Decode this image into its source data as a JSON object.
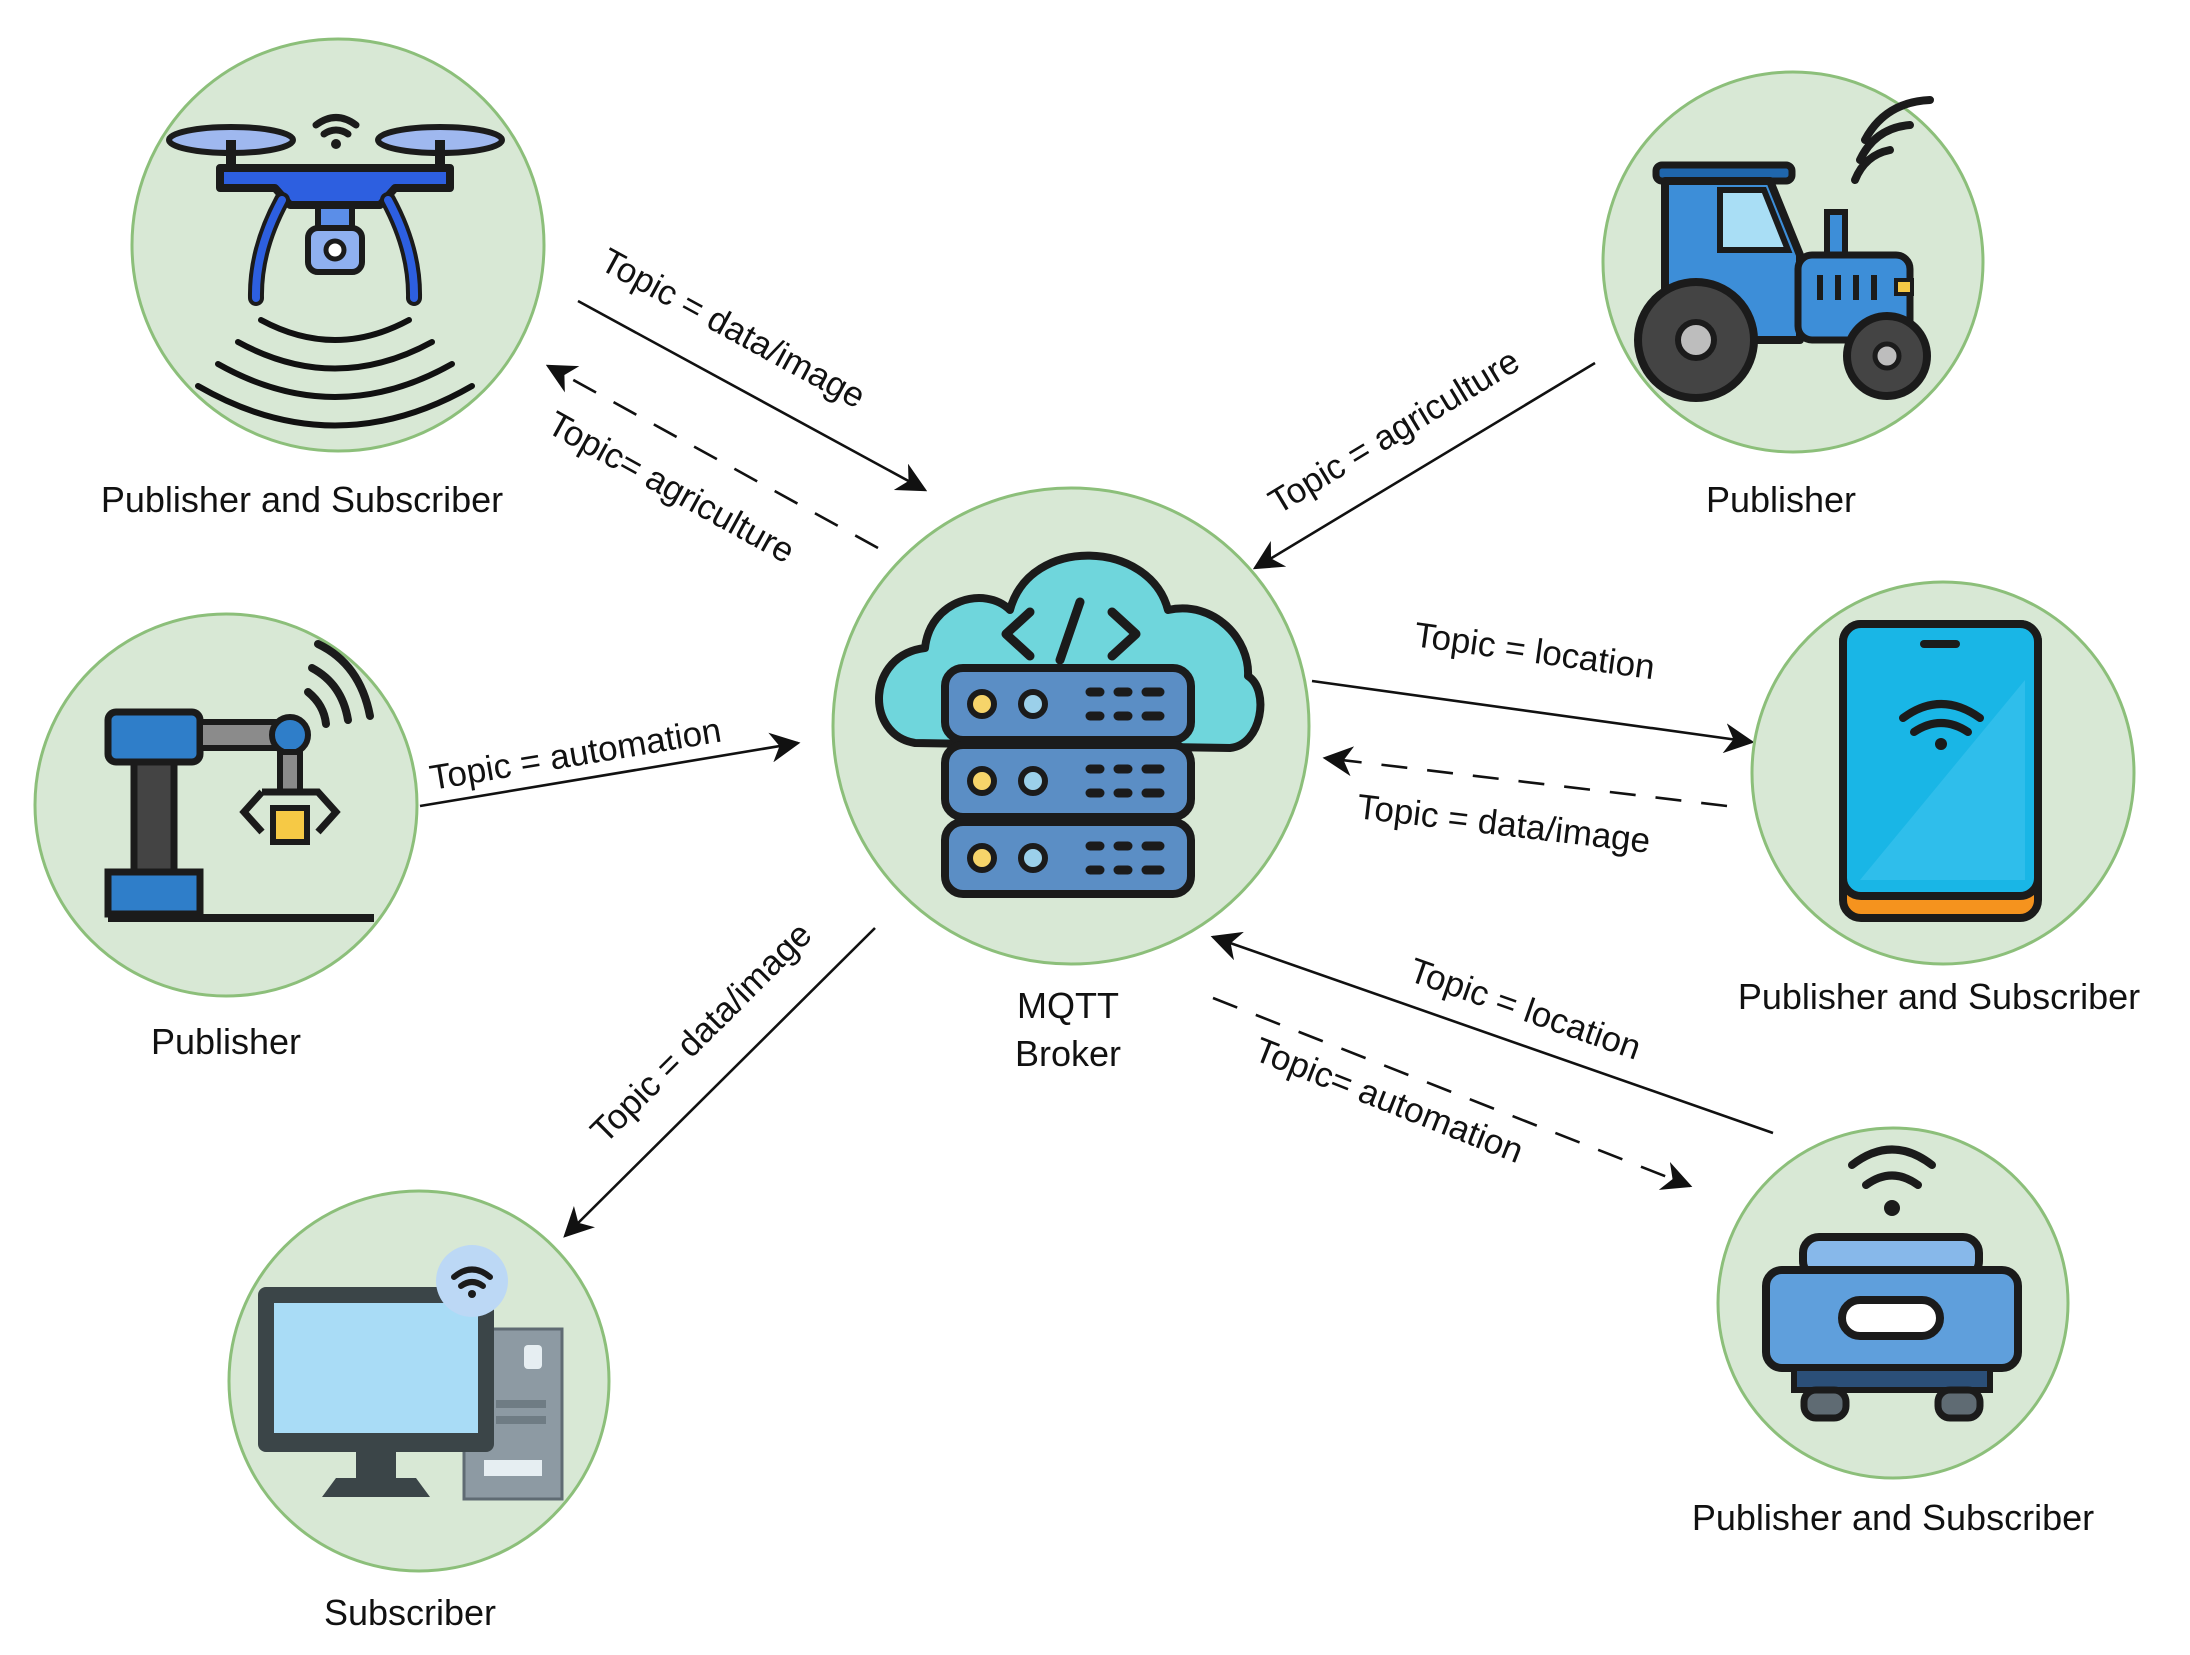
{
  "nodes": {
    "broker": {
      "label_line1": "MQTT",
      "label_line2": "Broker"
    },
    "drone": {
      "label": "Publisher and Subscriber"
    },
    "tractor": {
      "label": "Publisher"
    },
    "robot_arm": {
      "label": "Publisher"
    },
    "smartphone": {
      "label": "Publisher and Subscriber"
    },
    "computer": {
      "label": "Subscriber"
    },
    "vehicle": {
      "label": "Publisher and Subscriber"
    }
  },
  "edges": {
    "drone_to_broker": "Topic = data/image",
    "broker_to_drone": "Topic= agriculture",
    "tractor_to_broker": "Topic = agriculture",
    "robot_arm_to_broker": "Topic = automation",
    "broker_to_smartphone": "Topic = location",
    "smartphone_to_broker": "Topic = data/image",
    "broker_to_computer": "Topic = data/image",
    "vehicle_to_broker": "Topic = location",
    "broker_to_vehicle": "Topic= automation"
  },
  "colors": {
    "node_fill": "#d8e8d5",
    "node_stroke": "#8cbf7a",
    "arrow": "#111111",
    "cloud": "#6fd6dc",
    "server": "#5b8ec5",
    "drone_blue": "#2d5fe0",
    "tractor_blue": "#3d8ed8",
    "phone_screen": "#19b6e6",
    "phone_base": "#f5931e"
  },
  "icons": {
    "broker": "cloud-server-icon",
    "drone": "drone-icon",
    "tractor": "tractor-icon",
    "robot_arm": "robot-arm-icon",
    "smartphone": "smartphone-icon",
    "computer": "desktop-computer-icon",
    "vehicle": "autonomous-vehicle-icon"
  }
}
